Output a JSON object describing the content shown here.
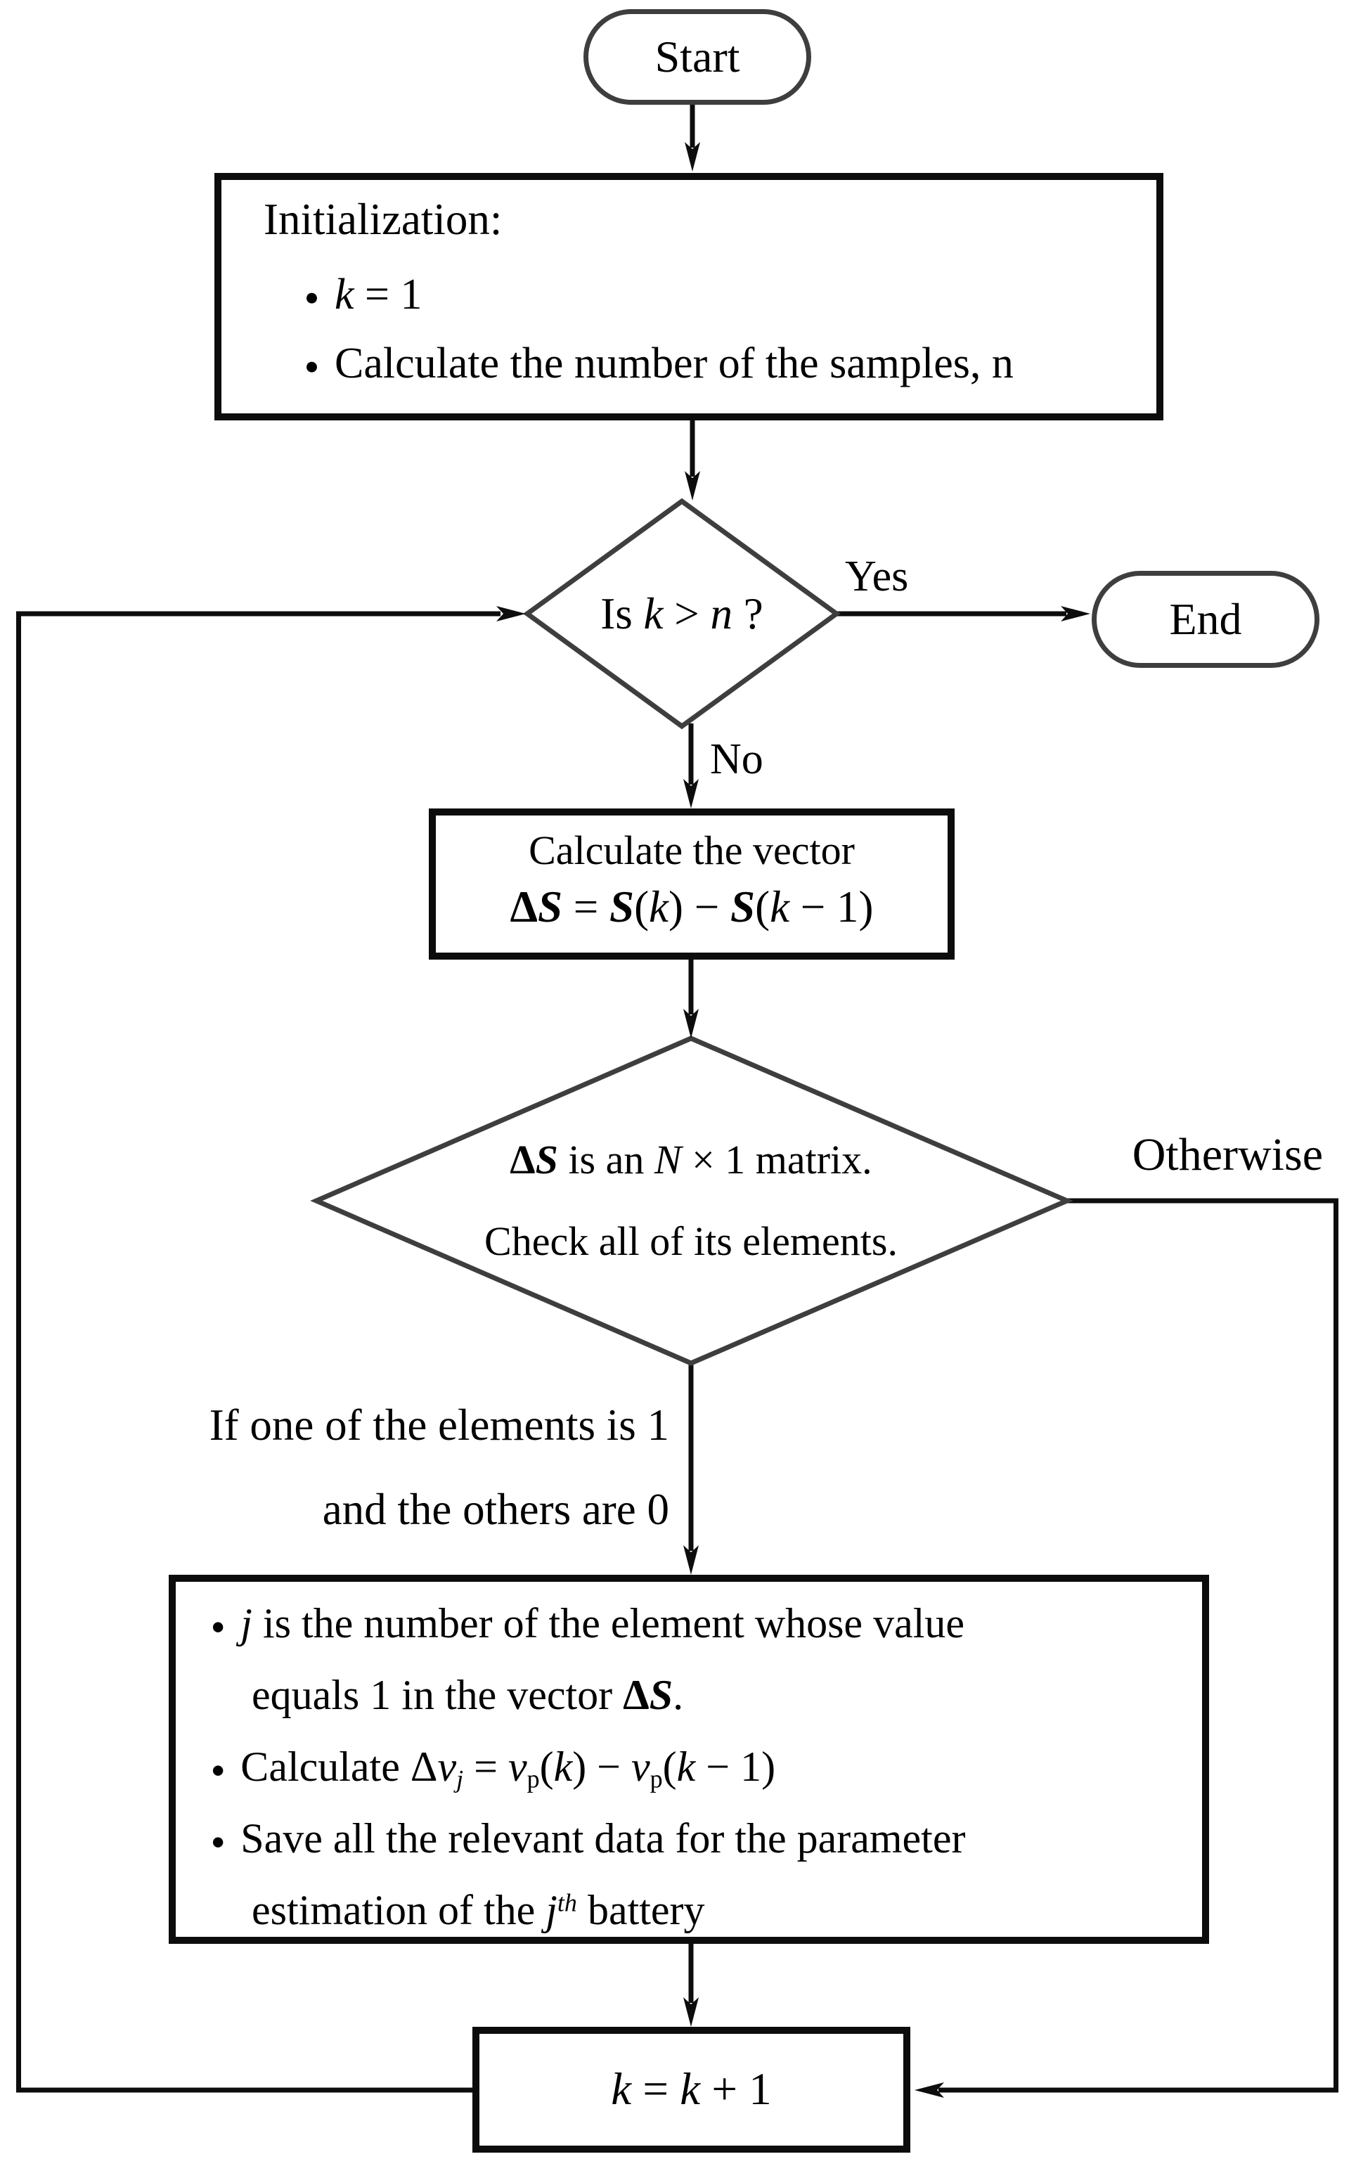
{
  "ui": {
    "bullet": "●"
  },
  "colors": {
    "background": "#ffffff",
    "connector_line": "#0d0d0d",
    "terminal_stroke": "#3e3e3e",
    "box_stroke": "#0c0c0c",
    "text": "#000000"
  },
  "nodes": {
    "start": {
      "label": "Start"
    },
    "end": {
      "label": "End"
    },
    "init": {
      "heading": "Initialization:",
      "items": [
        {
          "runs": [
            {
              "s": "i",
              "t": "k"
            },
            {
              "s": "n",
              "t": " = 1"
            }
          ]
        },
        {
          "runs": [
            {
              "s": "n",
              "t": "Calculate the number of the samples, n"
            }
          ]
        }
      ]
    },
    "decision1": {
      "runs": [
        {
          "s": "n",
          "t": "Is "
        },
        {
          "s": "i",
          "t": "k"
        },
        {
          "s": "n",
          "t": " > "
        },
        {
          "s": "i",
          "t": "n"
        },
        {
          "s": "n",
          "t": " ?"
        }
      ]
    },
    "calc_vector": {
      "line1": "Calculate the vector",
      "formula": [
        {
          "s": "b",
          "t": "Δ"
        },
        {
          "s": "bi",
          "t": "S"
        },
        {
          "s": "n",
          "t": " = "
        },
        {
          "s": "bi",
          "t": "S"
        },
        {
          "s": "n",
          "t": "("
        },
        {
          "s": "i",
          "t": "k"
        },
        {
          "s": "n",
          "t": ") − "
        },
        {
          "s": "bi",
          "t": "S"
        },
        {
          "s": "n",
          "t": "("
        },
        {
          "s": "i",
          "t": "k"
        },
        {
          "s": "n",
          "t": " − 1)"
        }
      ]
    },
    "decision2": {
      "line1": [
        {
          "s": "b",
          "t": "Δ"
        },
        {
          "s": "bi",
          "t": "S"
        },
        {
          "s": "n",
          "t": " is an "
        },
        {
          "s": "i",
          "t": "N"
        },
        {
          "s": "n",
          "t": " × 1 matrix."
        }
      ],
      "line2": [
        {
          "s": "n",
          "t": "Check all of its elements."
        }
      ]
    },
    "process": {
      "items": [
        {
          "lines": [
            [
              {
                "s": "i",
                "t": "j"
              },
              {
                "s": "n",
                "t": " is the number of the element whose value"
              }
            ],
            [
              {
                "s": "n",
                "t": "equals 1 in the vector "
              },
              {
                "s": "b",
                "t": "Δ"
              },
              {
                "s": "bi",
                "t": "S"
              },
              {
                "s": "n",
                "t": "."
              }
            ]
          ]
        },
        {
          "lines": [
            [
              {
                "s": "n",
                "t": "Calculate Δ"
              },
              {
                "s": "i",
                "t": "v"
              },
              {
                "s": "subi",
                "t": "j"
              },
              {
                "s": "n",
                "t": " = "
              },
              {
                "s": "i",
                "t": "v"
              },
              {
                "s": "sub",
                "t": "p"
              },
              {
                "s": "n",
                "t": "("
              },
              {
                "s": "i",
                "t": "k"
              },
              {
                "s": "n",
                "t": ") − "
              },
              {
                "s": "i",
                "t": "v"
              },
              {
                "s": "sub",
                "t": "p"
              },
              {
                "s": "n",
                "t": "("
              },
              {
                "s": "i",
                "t": "k"
              },
              {
                "s": "n",
                "t": " − 1)"
              }
            ]
          ]
        },
        {
          "lines": [
            [
              {
                "s": "n",
                "t": "Save all the relevant data for the parameter"
              }
            ],
            [
              {
                "s": "n",
                "t": "estimation of the "
              },
              {
                "s": "i",
                "t": "j"
              },
              {
                "s": "supi",
                "t": "th"
              },
              {
                "s": "n",
                "t": " battery"
              }
            ]
          ]
        }
      ]
    },
    "increment": {
      "runs": [
        {
          "s": "i",
          "t": "k"
        },
        {
          "s": "n",
          "t": " = "
        },
        {
          "s": "i",
          "t": "k"
        },
        {
          "s": "n",
          "t": " + 1"
        }
      ]
    }
  },
  "edge_labels": {
    "yes": "Yes",
    "no": "No",
    "otherwise": "Otherwise",
    "condition_line1": "If one of the elements is 1",
    "condition_line2": "and the others are 0"
  }
}
